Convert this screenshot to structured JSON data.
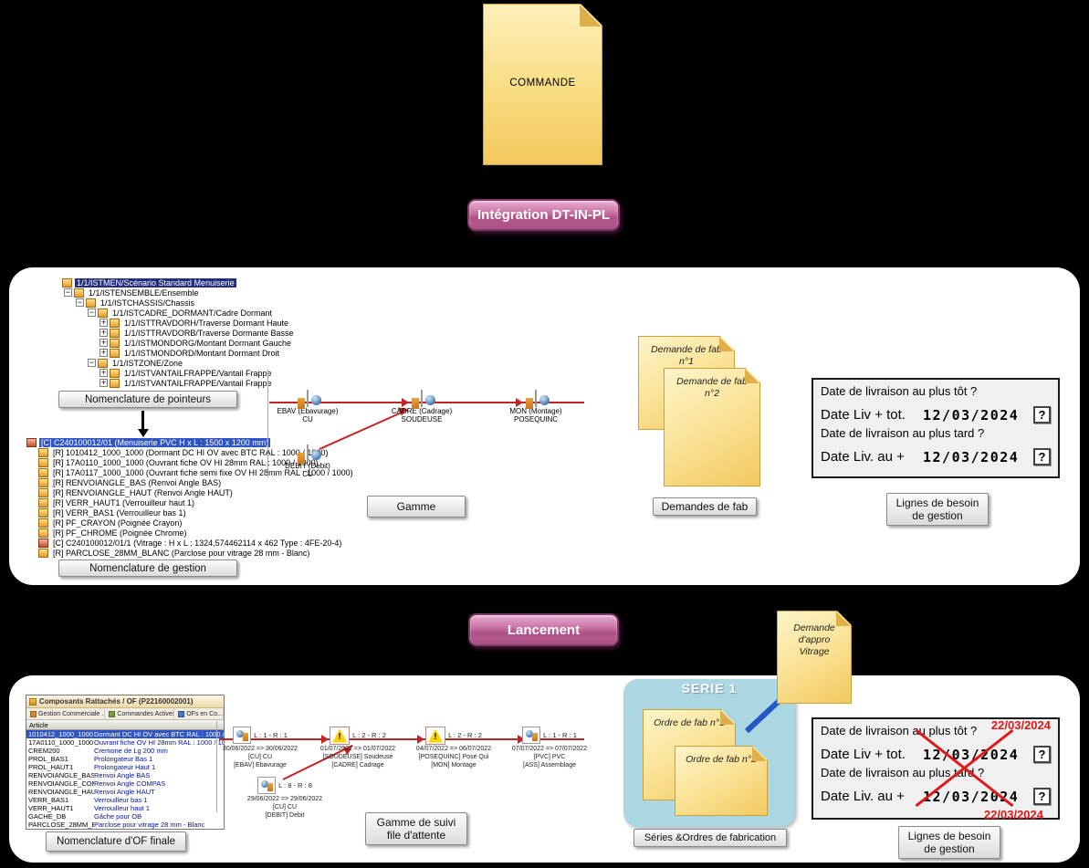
{
  "commande_label": "COMMANDE",
  "buttons": {
    "integration": "Intégration DT-IN-PL",
    "lancement": "Lancement"
  },
  "appro_note": "Demande d'appro Vitrage",
  "panel1": {
    "pointer_tree": {
      "items": [
        {
          "label": "1/1/ISTMEN/Scénario Standard Menuiserie",
          "level": 0,
          "expand": "",
          "selected": true
        },
        {
          "label": "1/1/ISTENSEMBLE/Ensemble",
          "level": 1,
          "expand": "-"
        },
        {
          "label": "1/1/ISTCHASSIS/Chassis",
          "level": 2,
          "expand": "-"
        },
        {
          "label": "1/1/ISTCADRE_DORMANT/Cadre Dormant",
          "level": 3,
          "expand": "-"
        },
        {
          "label": "1/1/ISTTRAVDORH/Traverse Dormant Haute",
          "level": 4,
          "expand": "+"
        },
        {
          "label": "1/1/ISTTRAVDORB/Traverse Dormante Basse",
          "level": 4,
          "expand": "+"
        },
        {
          "label": "1/1/ISTMONDORG/Montant Dormant Gauche",
          "level": 4,
          "expand": "+"
        },
        {
          "label": "1/1/ISTMONDORD/Montant Dormant Droit",
          "level": 4,
          "expand": "+"
        },
        {
          "label": "1/1/ISTZONE/Zone",
          "level": 3,
          "expand": "-"
        },
        {
          "label": "1/1/ISTVANTAILFRAPPE/Vantail Frappe",
          "level": 4,
          "expand": "+"
        },
        {
          "label": "1/1/ISTVANTAILFRAPPE/Vantail Frappe",
          "level": 4,
          "expand": "+"
        }
      ]
    },
    "pointer_tree_button": "Nomenclature de pointeurs",
    "gestion_tree": {
      "items": [
        {
          "label": "[C] C240100012/01 (Menuiserie PVC H x L : 1500 x 1200 mm)",
          "level": 0,
          "expand": "",
          "selected": true,
          "kind": "C"
        },
        {
          "label": "[R] 1010412_1000_1000 (Dormant DC HI OV avec BTC RAL : 1000 / 1000)",
          "level": 1,
          "kind": "R"
        },
        {
          "label": "[R] 17A0110_1000_1000 (Ouvrant fiche OV HI 28mm RAL : 1000 / 1000)",
          "level": 1,
          "kind": "R"
        },
        {
          "label": "[R] 17A0117_1000_1000 (Ouvrant fiche semi fixe OV HI 28mm RAL : 1000 / 1000)",
          "level": 1,
          "kind": "R"
        },
        {
          "label": "[R] RENVOIANGLE_BAS (Renvoi Angle BAS)",
          "level": 1,
          "kind": "R"
        },
        {
          "label": "[R] RENVOIANGLE_HAUT (Renvoi Angle HAUT)",
          "level": 1,
          "kind": "R"
        },
        {
          "label": "[R] VERR_HAUT1 (Verrouilleur haut 1)",
          "level": 1,
          "kind": "R"
        },
        {
          "label": "[R] VERR_BAS1 (Verrouilleur bas 1)",
          "level": 1,
          "kind": "R"
        },
        {
          "label": "[R] PF_CRAYON (Poignée Crayon)",
          "level": 1,
          "kind": "R"
        },
        {
          "label": "[R] PF_CHROME (Poignée Chrome)",
          "level": 1,
          "kind": "R"
        },
        {
          "label": "[C] C240100012/01/1 (Vitrage : H x L : 1324,574462114 x 462 Type : 4FE-20-4)",
          "level": 1,
          "kind": "C"
        },
        {
          "label": "[R] PARCLOSE_28MM_BLANC (Parclose pour vitrage 28 mm - Blanc)",
          "level": 1,
          "kind": "R"
        }
      ]
    },
    "gestion_tree_button": "Nomenclature de gestion",
    "gamme": {
      "nodes": [
        {
          "name": "EBAV (Ebavurage)",
          "res": "CU"
        },
        {
          "name": "CADRE (Cadrage)",
          "res": "SOUDEUSE"
        },
        {
          "name": "MON (Montage)",
          "res": "POSEQUINC"
        },
        {
          "name": "DEBIT (Debit)",
          "res": "CU"
        }
      ],
      "button": "Gamme"
    },
    "demandes": {
      "note1_line1": "Demande de fab",
      "note1_line2": "n°1",
      "note2_line1": "Demande de fab",
      "note2_line2": "n°2",
      "button": "Demandes de fab"
    },
    "besoin": {
      "q1": "Date de livraison au plus tôt ?",
      "label1": "Date Liv + tot.",
      "date1": "12/03/2024",
      "q2": "Date de livraison au plus tard  ?",
      "label2": "Date Liv. au +",
      "date2": "12/03/2024",
      "help": "?",
      "button": "Lignes de besoin de gestion"
    }
  },
  "panel2": {
    "of_window": {
      "title": "Composants Rattachés / OF (P22160002001)",
      "tabs": [
        {
          "label": "Gestion Commerciale ..."
        },
        {
          "label": "Commandes Actives"
        },
        {
          "label": "OFs en Co..."
        }
      ],
      "column_header": "Article",
      "rows": [
        {
          "code": "1010412_1000_1000",
          "desc": "Dormant DC HI OV avec BTC RAL : 1000 / 1000",
          "selected": true
        },
        {
          "code": "17A0110_1000_1000",
          "desc": "Ouvrant fiche OV HI 28mm RAL : 1000 / 1000"
        },
        {
          "code": "CREM200",
          "desc": "Cremone de Lg 200 mm"
        },
        {
          "code": "PROL_BAS1",
          "desc": "Prolongateur Bas 1"
        },
        {
          "code": "PROL_HAUT1",
          "desc": "Prolongateur Haut 1"
        },
        {
          "code": "RENVOIANGLE_BAS",
          "desc": "Renvoi Angle BAS"
        },
        {
          "code": "RENVOIANGLE_COMPAS",
          "desc": "Renvoi Angle COMPAS"
        },
        {
          "code": "RENVOIANGLE_HAUT",
          "desc": "Renvoi Angle HAUT"
        },
        {
          "code": "VERR_BAS1",
          "desc": "Verrouilleur bas 1"
        },
        {
          "code": "VERR_HAUT1",
          "desc": "Verrouilleur haut 1"
        },
        {
          "code": "GACHE_DB",
          "desc": "Gâche pour OB"
        },
        {
          "code": "PARCLOSE_28MM_BLANC",
          "desc": "Parclose pour vitrage 28 mm - Blanc"
        }
      ],
      "button": "Nomenclature d'OF finale"
    },
    "suivi": {
      "nodes": [
        {
          "lr": "L : 1 - R : 1",
          "dates": "30/06/2022 => 30/06/2022",
          "res": "[CU] CU",
          "op": "[EBAV] Ebavurage",
          "warn": false
        },
        {
          "lr": "L : 2 - R : 2",
          "dates": "01/07/2022 => 01/07/2022",
          "res": "[SOUDEUSE] Soudeuse",
          "op": "[CADRE] Cadrage",
          "warn": true
        },
        {
          "lr": "L : 2 - R : 2",
          "dates": "04/07/2022 => 06/07/2022",
          "res": "[POSEQUINC] Pose Qui",
          "op": "[MON] Montage",
          "warn": true
        },
        {
          "lr": "L : 1 - R : 1",
          "dates": "07/07/2022 => 07/07/2022",
          "res": "[PVC] PVC",
          "op": "[ASS] Assemblage",
          "warn": false
        },
        {
          "lr": "L : 8 - R : 8",
          "dates": "29/06/2022 => 29/06/2022",
          "res": "[CU] CU",
          "op": "[DEBIT] Debit",
          "warn": false
        }
      ],
      "button": "Gamme de suivi file d'attente"
    },
    "serie": {
      "title": "SERIE 1",
      "note1": "Ordre de fab n°1",
      "note2": "Ordre de fab n°2",
      "button": "Séries &Ordres de fabrication"
    },
    "besoin": {
      "q1": "Date de livraison au plus tôt ?",
      "label1": "Date Liv + tot.",
      "date1": "12/03/2024",
      "q2": "Date de livraison au plus tard  ?",
      "label2": "Date Liv. au +",
      "date2": "12/03/2024",
      "help": "?",
      "annotation_top": "22/03/2024",
      "annotation_bottom": "22/03/2024",
      "button": "Lignes de besoin de gestion"
    }
  },
  "colors": {
    "accent_pink": "#ad4f85",
    "note_yellow": "#f8dc81",
    "serie_cyan": "#abd7e2",
    "selection_blue": "#2f55c5",
    "nav_selection_blue": "#232e7e",
    "flow_red": "#c22424",
    "annotation_red": "#e01818",
    "arrow_blue": "#2456c4"
  }
}
